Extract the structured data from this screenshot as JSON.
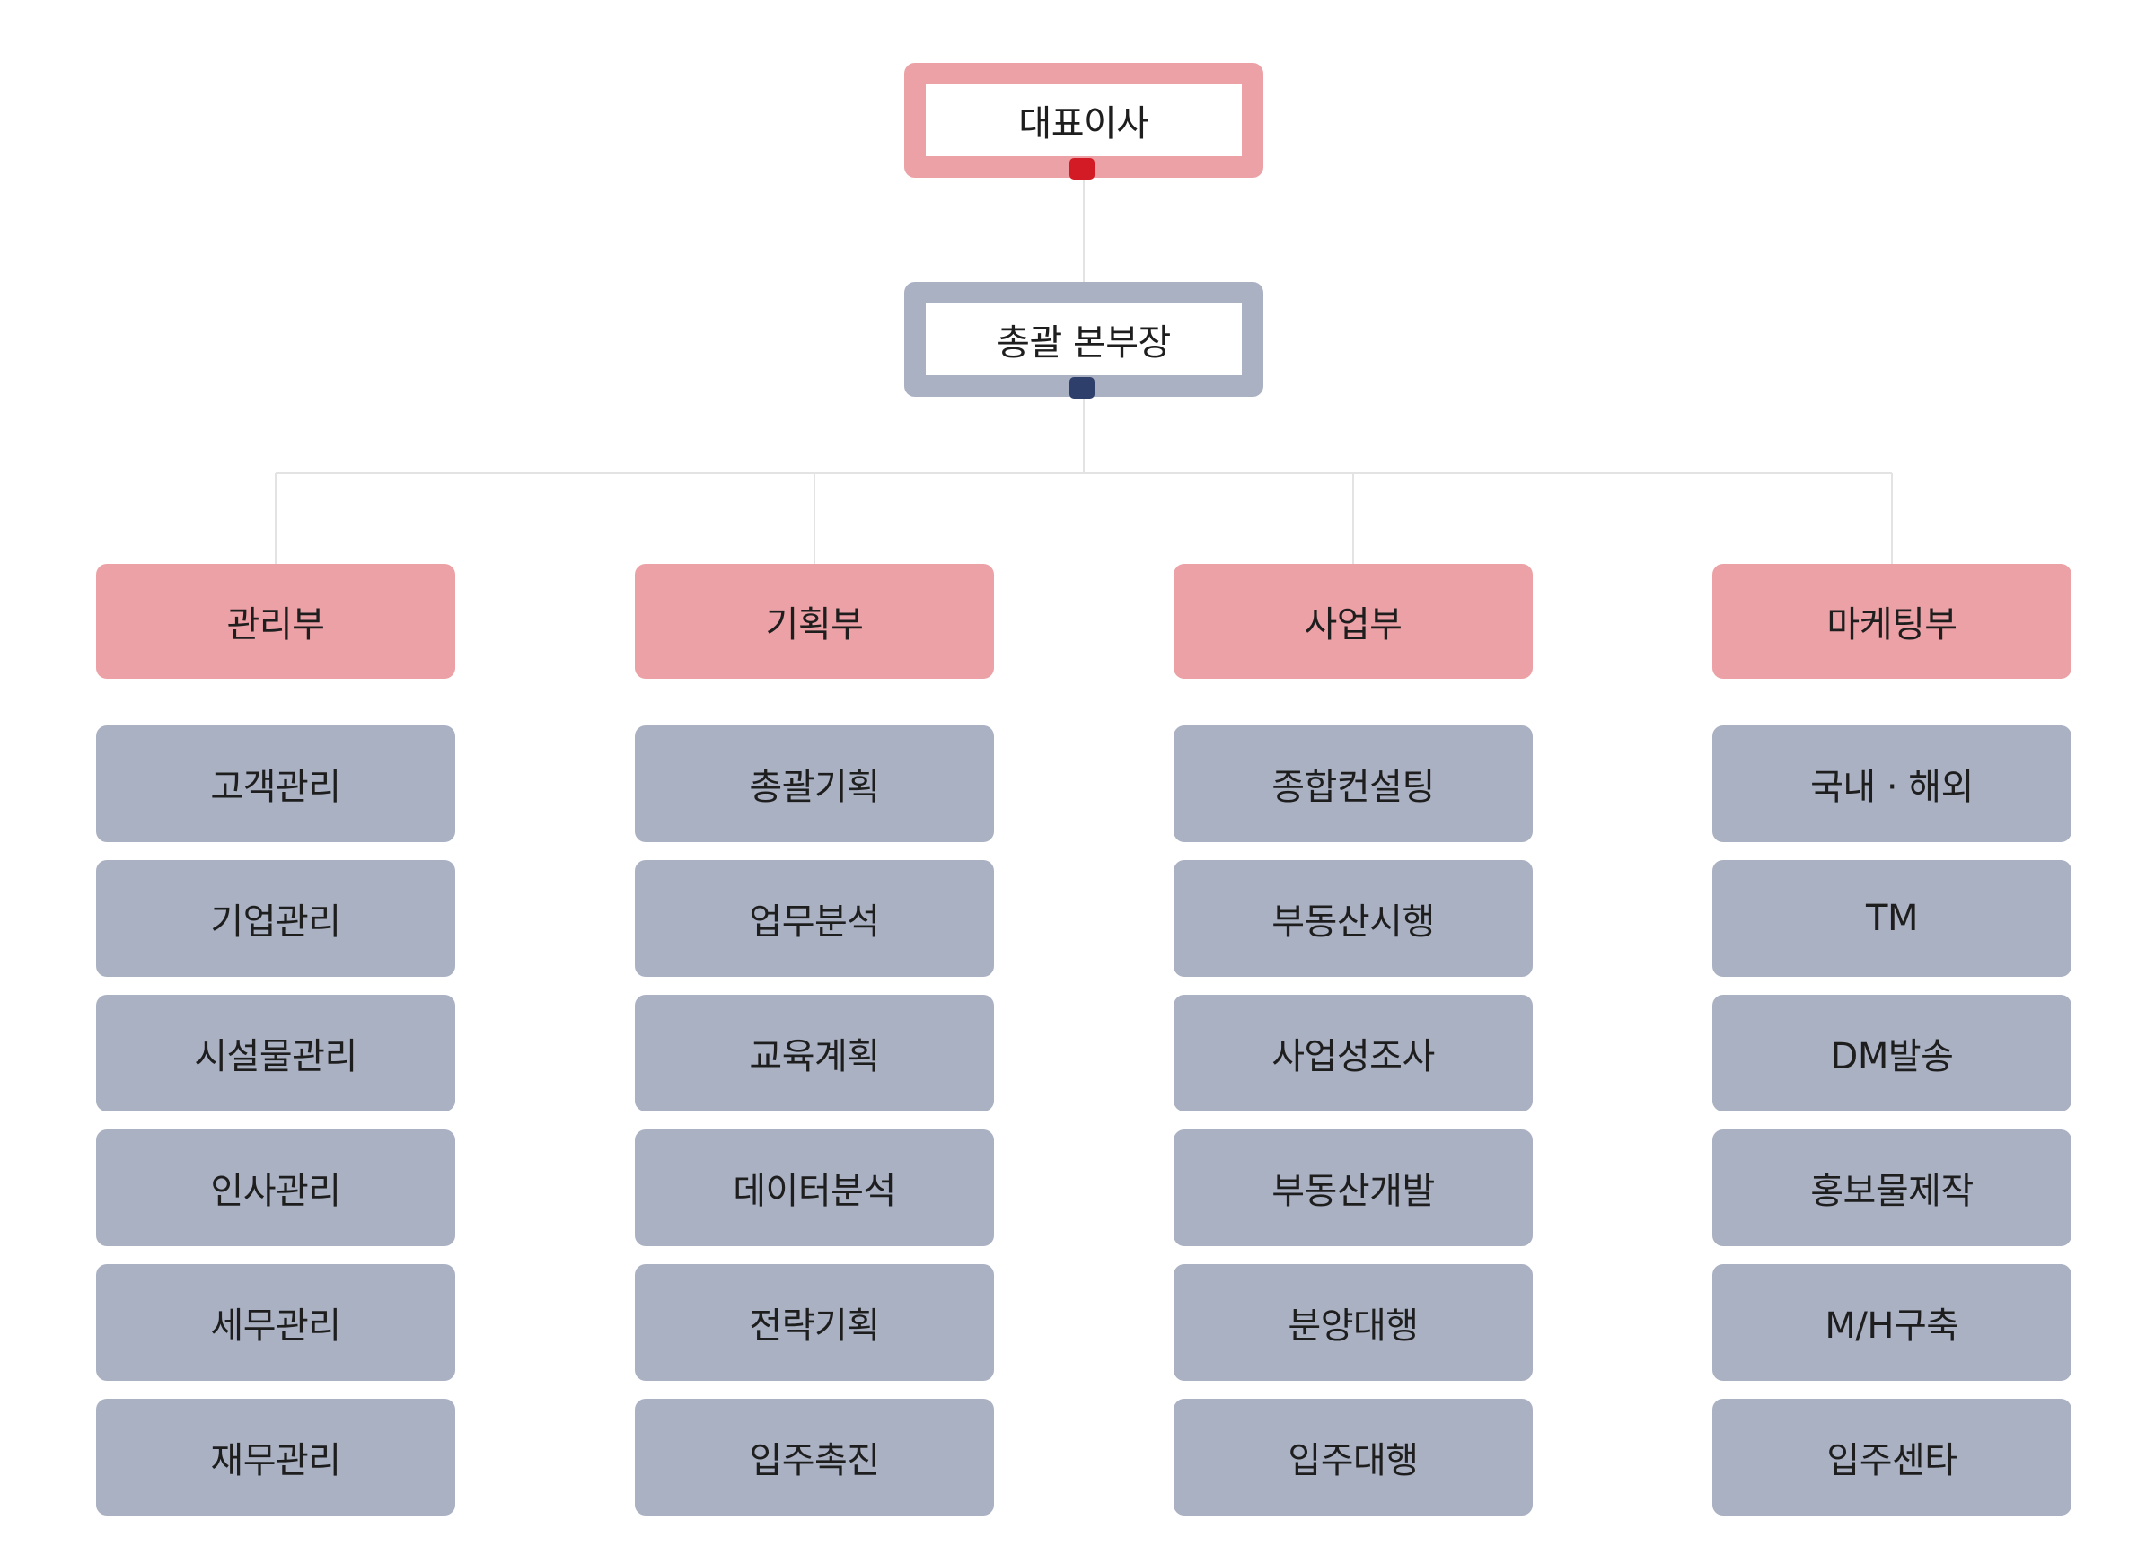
{
  "ceo": {
    "label": "대표이사"
  },
  "general_manager": {
    "label": "총괄 본부장"
  },
  "departments": [
    {
      "name": "관리부",
      "teams": [
        "고객관리",
        "기업관리",
        "시설물관리",
        "인사관리",
        "세무관리",
        "재무관리"
      ]
    },
    {
      "name": "기획부",
      "teams": [
        "총괄기획",
        "업무분석",
        "교육계획",
        "데이터분석",
        "전략기획",
        "입주촉진"
      ]
    },
    {
      "name": "사업부",
      "teams": [
        "종합컨설팅",
        "부동산시행",
        "사업성조사",
        "부동산개발",
        "분양대행",
        "입주대행"
      ]
    },
    {
      "name": "마케팅부",
      "teams": [
        "국내 · 해외",
        "TM",
        "DM발송",
        "홍보물제작",
        "M/H구축",
        "입주센타"
      ]
    }
  ],
  "colors": {
    "executive_box": "#eba1a5",
    "executive_handle": "#d31b26",
    "manager_box": "#aab1c3",
    "manager_handle": "#2f3f6c",
    "team_box": "#aab1c3",
    "connector": "#e3e3e3"
  }
}
